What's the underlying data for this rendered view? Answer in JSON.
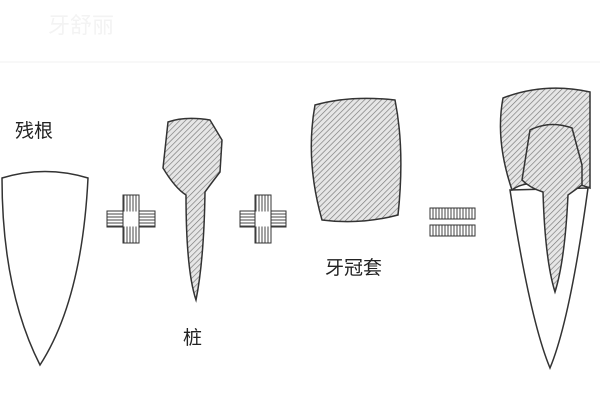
{
  "watermark": "牙舒丽",
  "labels": {
    "root": "残根",
    "post": "桩",
    "crown": "牙冠套"
  },
  "colors": {
    "stroke": "#333333",
    "hatch": "#777777",
    "fill": "#d8d8d8"
  }
}
